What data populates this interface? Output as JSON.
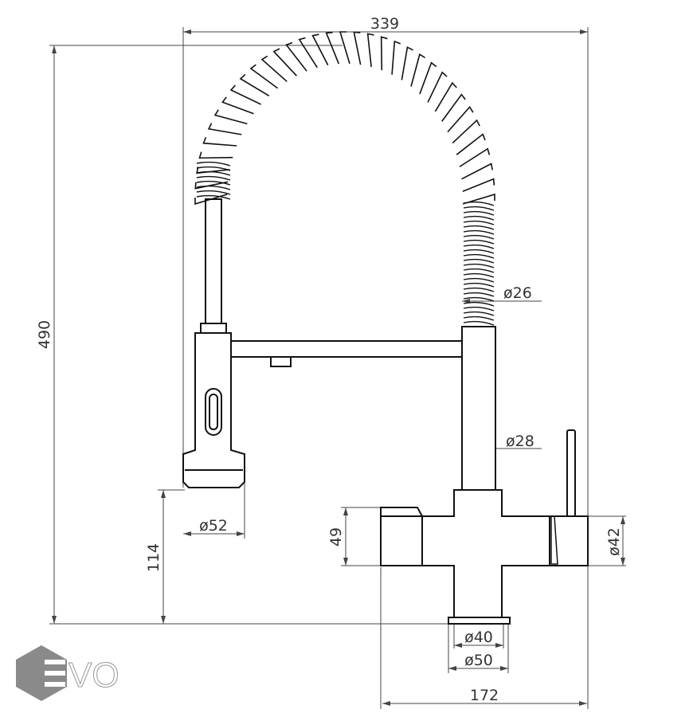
{
  "drawing": {
    "dimensions": {
      "total_width": "339",
      "total_height": "490",
      "spout_height": "114",
      "spray_head_diameter": "ø52",
      "spring_diameter": "ø26",
      "column_diameter": "ø28",
      "handle_height": "49",
      "cylinder_diameter": "ø42",
      "base_inner_diameter": "ø40",
      "base_outer_diameter": "ø50",
      "body_width": "172"
    }
  },
  "logo": {
    "text": "EVO",
    "color": "#8a8a8a"
  }
}
